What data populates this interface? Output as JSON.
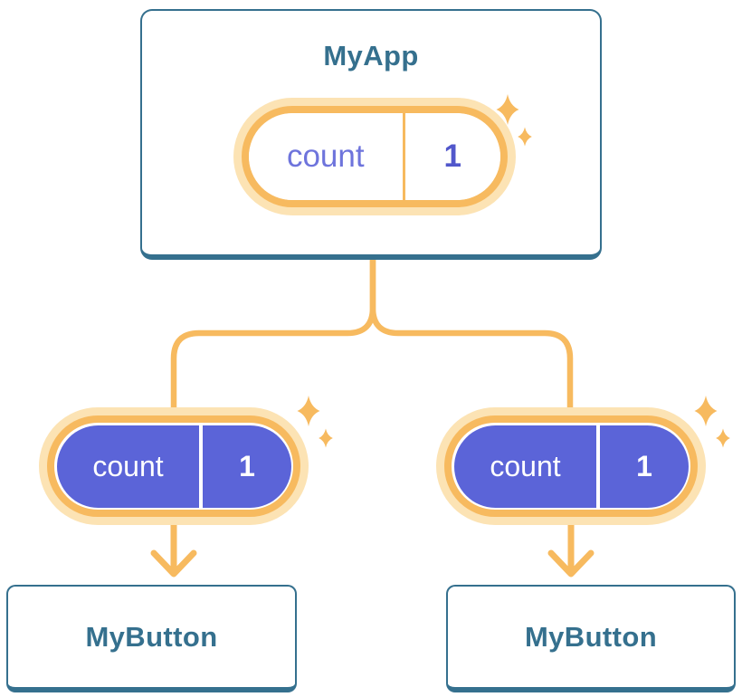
{
  "diagram": {
    "root": {
      "title": "MyApp",
      "state": {
        "label": "count",
        "value": "1"
      }
    },
    "children": [
      {
        "title": "MyButton",
        "state": {
          "label": "count",
          "value": "1"
        }
      },
      {
        "title": "MyButton",
        "state": {
          "label": "count",
          "value": "1"
        }
      }
    ]
  },
  "colors": {
    "node-blue": "#35708E",
    "line-orange": "#F7BA5F",
    "halo-orange": "#FCE3B4",
    "state-purple": "#5B64D8",
    "label-purple": "#6E74DC",
    "value-purple": "#5157CB",
    "white": "#FFFFFF"
  }
}
